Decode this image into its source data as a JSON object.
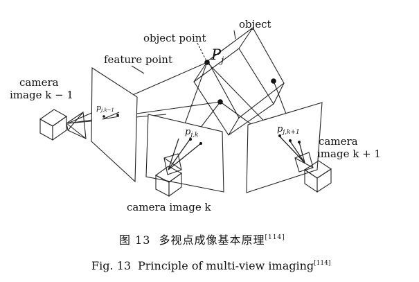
{
  "labels": {
    "object": "object",
    "object_point": "object point",
    "feature_point": "feature point",
    "point_symbol": "P",
    "point_subscript": "j",
    "cam_left_line1": "camera",
    "cam_left_line2": "image k − 1",
    "cam_mid": "camera image k",
    "cam_right_line1": "camera",
    "cam_right_line2": "image k + 1",
    "proj_left": "p",
    "proj_left_sub": "j,k−1",
    "proj_mid": "p",
    "proj_mid_sub": "j,k",
    "proj_right": "p",
    "proj_right_sub": "j,k+1"
  },
  "caption": {
    "cn_prefix": "图 13",
    "cn_text": "多视点成像基本原理",
    "cn_ref": "[114]",
    "en_prefix": "Fig. 13",
    "en_text": "Principle of multi-view imaging",
    "en_ref": "[114]"
  }
}
